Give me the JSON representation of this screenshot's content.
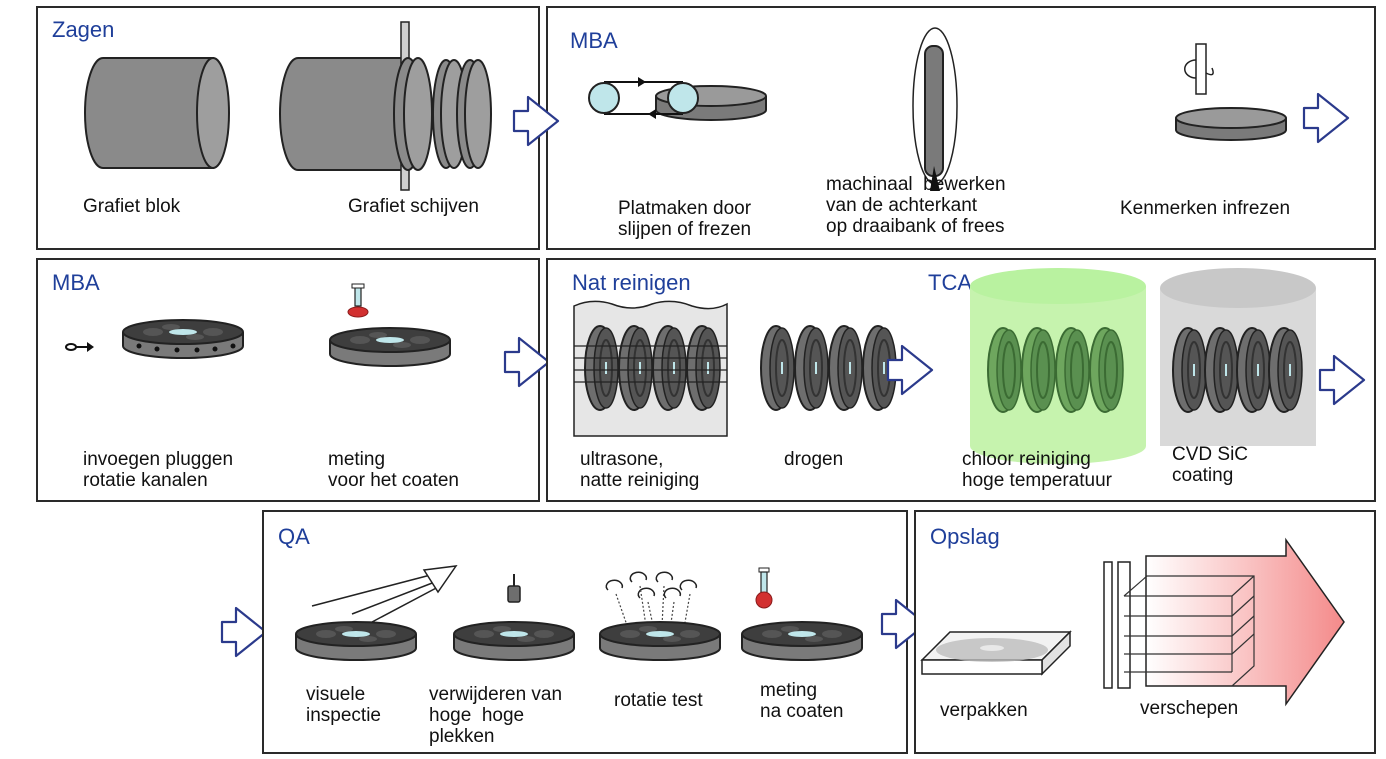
{
  "colors": {
    "title_blue": "#1f3f9a",
    "arrow_blue": "#2b3a8c",
    "graphite": "#8a8a8a",
    "graphite_dark": "#6f6f6f",
    "roller_cyan": "#bfe6ea",
    "tca_green": "#b9f2a0",
    "coating_grey": "#c8c8c8",
    "ship_red": "#f48a8a",
    "probe_red": "#d23030"
  },
  "panels": {
    "zagen": {
      "title": "Zagen",
      "steps": [
        {
          "label": "Grafiet blok"
        },
        {
          "label": "Grafiet schijven"
        }
      ]
    },
    "mba1": {
      "title": "MBA",
      "steps": [
        {
          "label": "Platmaken door\nslijpen of frezen"
        },
        {
          "label": "machinaal  bewerken\nvan de achterkant\nop draaibank of frees"
        },
        {
          "label": "Kenmerken infrezen"
        }
      ]
    },
    "mba2": {
      "title": "MBA",
      "steps": [
        {
          "label": "invoegen pluggen\nrotatie kanalen"
        },
        {
          "label": "meting\nvoor het coaten"
        }
      ]
    },
    "nat": {
      "title": "Nat reinigen",
      "steps": [
        {
          "label": "ultrasone,\nnatte reiniging"
        },
        {
          "label": "drogen"
        }
      ]
    },
    "tca": {
      "title": "TCA",
      "steps": [
        {
          "label": "chloor reiniging\nhoge temperatuur"
        },
        {
          "label": "CVD SiC\ncoating"
        }
      ]
    },
    "qa": {
      "title": "QA",
      "steps": [
        {
          "label": "visuele\ninspectie"
        },
        {
          "label": "verwijderen van\nhoge  hoge\nplekken"
        },
        {
          "label": "rotatie test"
        },
        {
          "label": "meting\nna coaten"
        }
      ]
    },
    "opslag": {
      "title": "Opslag",
      "steps": [
        {
          "label": "verpakken"
        },
        {
          "label": "verschepen"
        }
      ]
    }
  }
}
